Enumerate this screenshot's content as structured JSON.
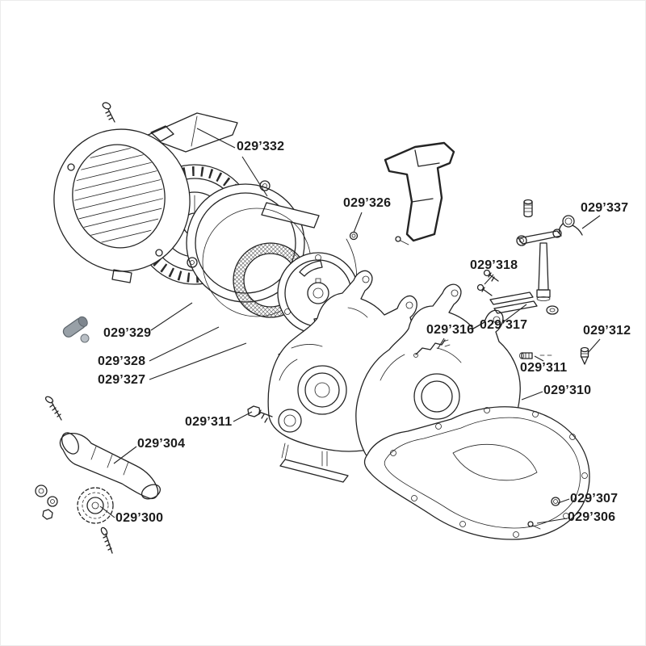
{
  "diagram": {
    "type": "exploded-parts-diagram",
    "subject": "two-stroke engine crankcase, flywheel, covers and small parts",
    "background": "#ffffff",
    "line_color": "#242424",
    "highlight_part_color": "#98a0a7",
    "labels": [
      {
        "text": "029’332"
      },
      {
        "text": "029’326"
      },
      {
        "text": "029’337"
      },
      {
        "text": "029’318"
      },
      {
        "text": "029’317"
      },
      {
        "text": "029’316"
      },
      {
        "text": "029’312"
      },
      {
        "text": "029’311"
      },
      {
        "text": "029’310"
      },
      {
        "text": "029’329"
      },
      {
        "text": "029’328"
      },
      {
        "text": "029’327"
      },
      {
        "text": "029’311"
      },
      {
        "text": "029’304"
      },
      {
        "text": "029’300"
      },
      {
        "text": "029’307"
      },
      {
        "text": "029’306"
      }
    ]
  }
}
